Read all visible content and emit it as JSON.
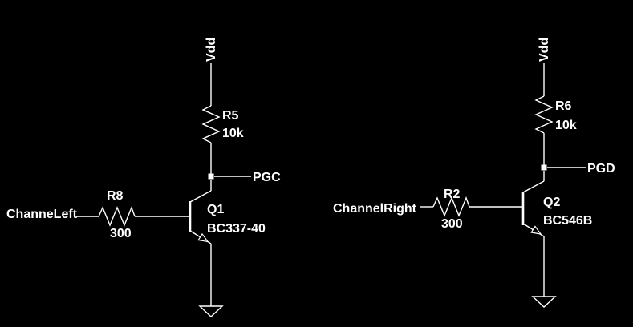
{
  "canvas": {
    "background_color": "#000000",
    "wire_color": "#ffffff"
  },
  "circuits": [
    {
      "side": "left",
      "power_net": "Vdd",
      "pullup": {
        "ref": "R5",
        "value": "10k"
      },
      "output_net": "PGC",
      "transistor": {
        "ref": "Q1",
        "part": "BC337-40"
      },
      "input_net": "ChanneLeft",
      "base_resistor": {
        "ref": "R8",
        "value": "300"
      }
    },
    {
      "side": "right",
      "power_net": "Vdd",
      "pullup": {
        "ref": "R6",
        "value": "10k"
      },
      "output_net": "PGD",
      "transistor": {
        "ref": "Q2",
        "part": "BC546B"
      },
      "input_net": "ChannelRight",
      "base_resistor": {
        "ref": "R2",
        "value": "300"
      }
    }
  ]
}
